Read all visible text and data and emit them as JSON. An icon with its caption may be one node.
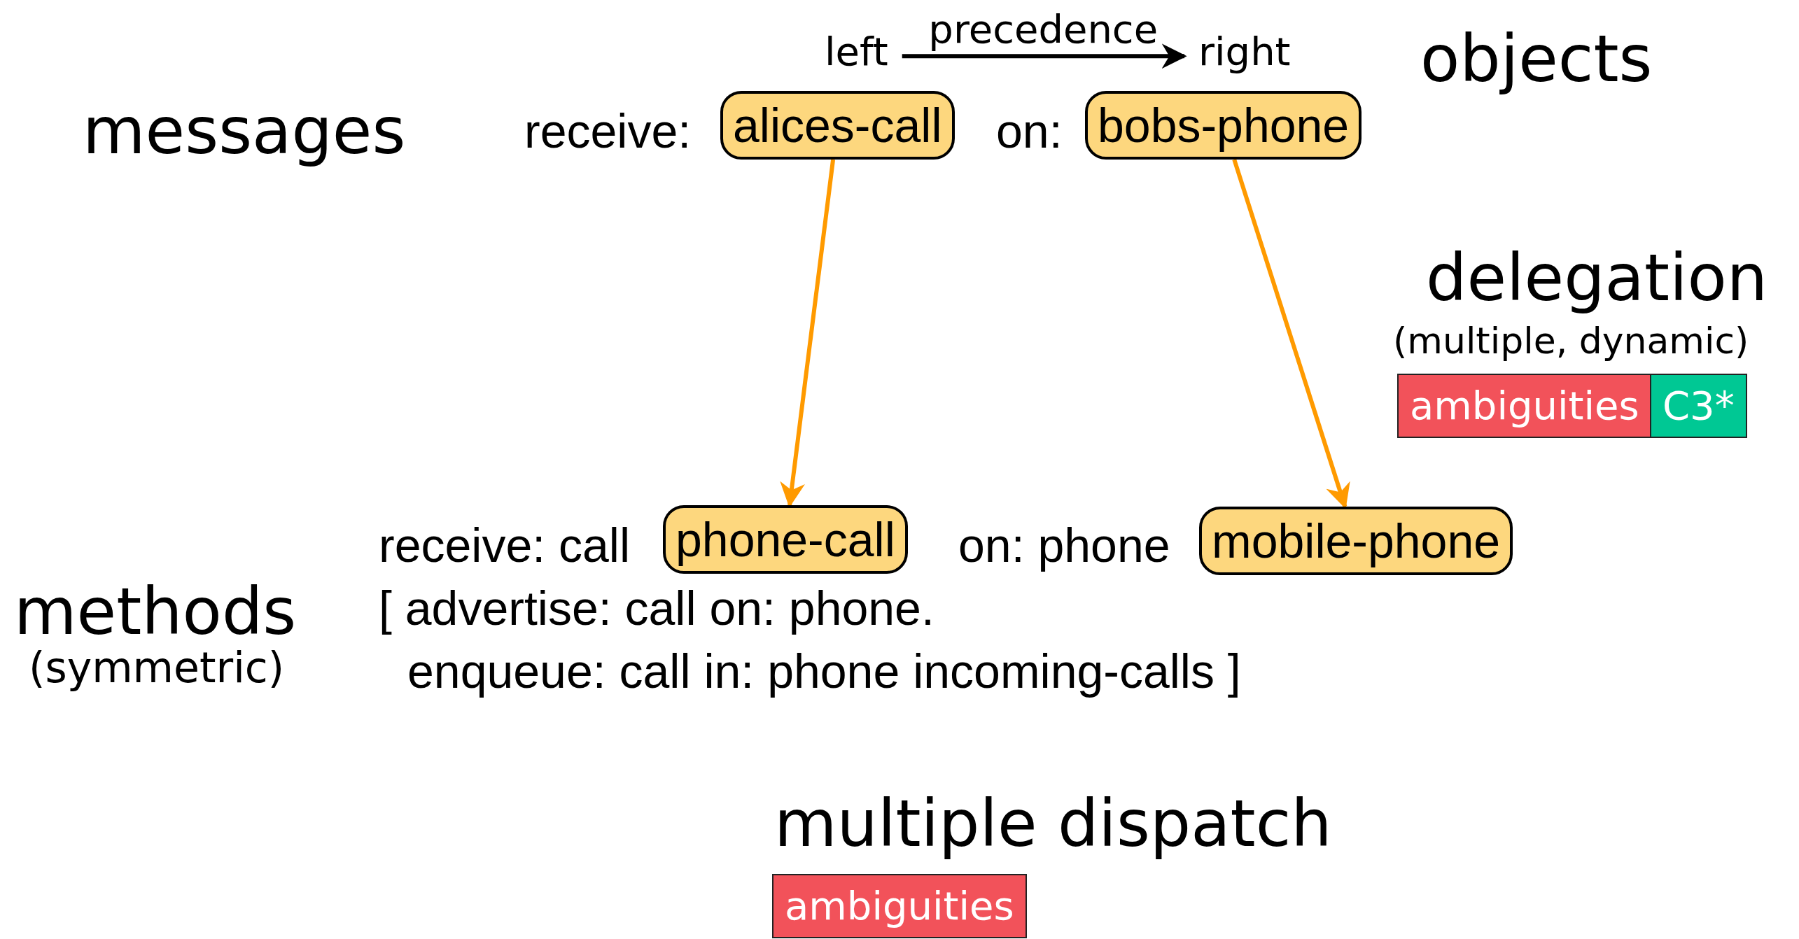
{
  "diagram": {
    "nodes": [
      {
        "text": [
          "left"
        ]
      },
      {
        "text": [
          "right"
        ]
      },
      {
        "text": [
          "alices-call"
        ]
      },
      {
        "text": [
          "bobs-phone"
        ]
      },
      {
        "text": [
          "phone-call"
        ]
      },
      {
        "text": [
          "mobile-phone"
        ]
      },
      {
        "text": [
          "ambiguities"
        ]
      },
      {
        "text": [
          "C3*"
        ]
      },
      {
        "text": [
          "ambiguities"
        ]
      }
    ],
    "edges": [
      {
        "from": 0,
        "to": 1,
        "arrow": "to",
        "label": "precedence",
        "color": "#000000"
      },
      {
        "from": 2,
        "to": 4,
        "arrow": "to"
      },
      {
        "from": 3,
        "to": 5,
        "arrow": "to"
      }
    ],
    "labels": [
      "objects",
      "messages",
      "receive:",
      "on:",
      "delegation",
      "(multiple, dynamic)",
      "receive: call",
      "on: phone",
      "methods",
      "(symmetric)",
      "[ advertise: call on: phone.",
      "enqueue: call in: phone incoming-calls ]",
      "multiple dispatch"
    ]
  }
}
